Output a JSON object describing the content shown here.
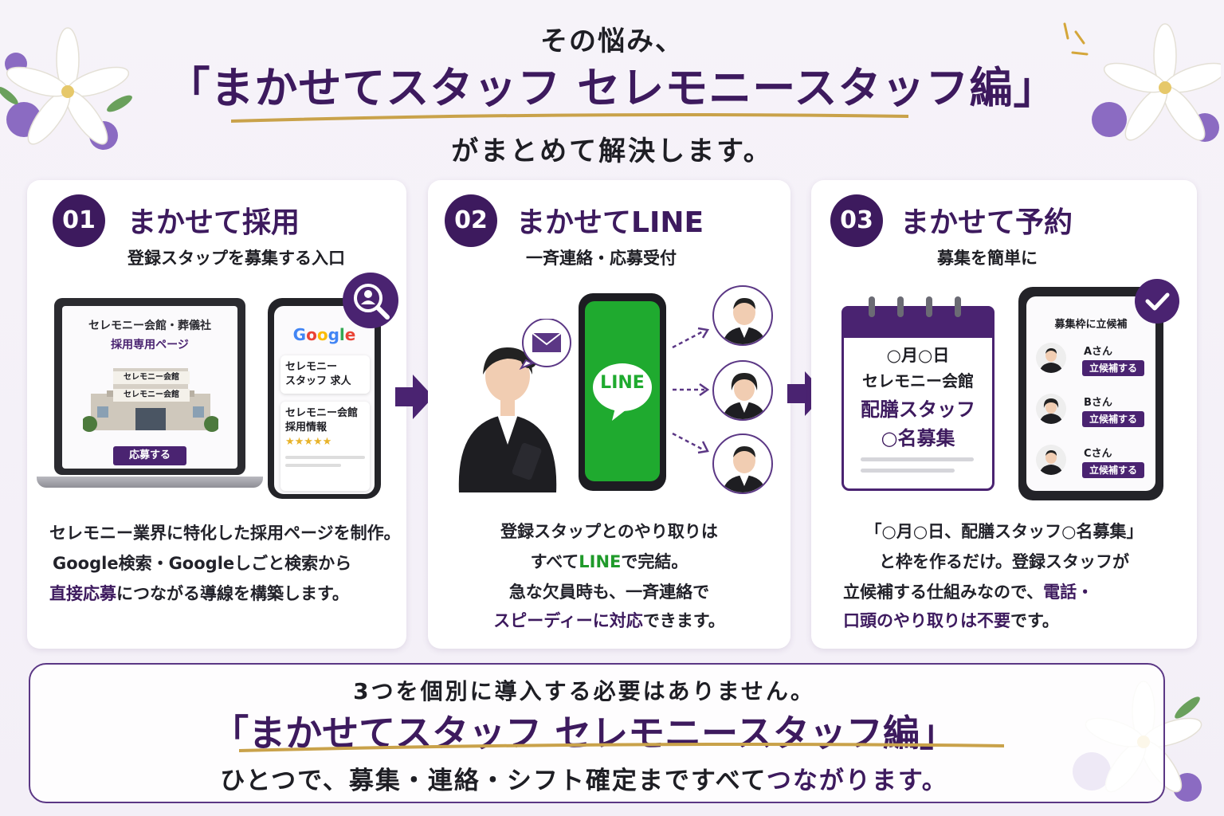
{
  "header": {
    "intro": "その悩み、",
    "title": "「まかせてスタッフ セレモニースタッフ編」",
    "outro": "がまとめて解決します。"
  },
  "cards": [
    {
      "number": "01",
      "title": "まかせて採用",
      "subtitle": "登録スタップを募集する入口",
      "laptop": {
        "heading_line1": "セレモニー会館・葬儀社",
        "heading_line2": "採用専用ページ",
        "sign1": "セレモニー会館",
        "sign2": "セレモニー会館",
        "button": "応募する"
      },
      "phone": {
        "logo": "Google",
        "result1_line1": "セレモニー",
        "result1_line2": "スタッフ 求人",
        "result2_line1": "セレモニー会館",
        "result2_line2": "採用情報",
        "stars": "★★★★★"
      },
      "desc": {
        "line1": "セレモニー業界に特化した採用ページを制作。",
        "line2": "Google検索・Googleしごと検索から",
        "line3_hl": "直接応募",
        "line3_rest": "につながる導線を構築します。"
      }
    },
    {
      "number": "02",
      "title": "まかせてLINE",
      "subtitle": "一斉連絡・応募受付",
      "line_logo": "LINE",
      "desc": {
        "line1": "登録スタップとのやり取りは",
        "line2_pre": "すべて",
        "line2_hl": "LINE",
        "line2_post": "で完結。",
        "line3": "急な欠員時も、一斉連絡で",
        "line4_hl": "スピーディーに対応",
        "line4_rest": "できます。"
      }
    },
    {
      "number": "03",
      "title": "まかせて予約",
      "subtitle": "募集を簡単に",
      "calendar": {
        "line1": "○月○日",
        "line2": "セレモニー会館",
        "line3": "配膳スタッフ",
        "line4": "○名募集"
      },
      "phone": {
        "heading": "募集枠に立候補",
        "candidates": [
          {
            "name": "Aさん",
            "button": "立候補する"
          },
          {
            "name": "Bさん",
            "button": "立候補する"
          },
          {
            "name": "Cさん",
            "button": "立候補する"
          }
        ]
      },
      "desc": {
        "line1": "「○月○日、配膳スタッフ○名募集」",
        "line2": "と枠を作るだけ。登録スタッフが",
        "line3_pre": "立候補する仕組みなので、",
        "line3_hl": "電話・",
        "line4_hl": "口頭のやり取りは不要",
        "line4_rest": "です。"
      }
    }
  ],
  "bottom": {
    "line1": "3つを個別に導入する必要はありません。",
    "title": "「まかせてスタッフ セレモニースタッフ編」",
    "line3_pre": "ひとつで、募集・連絡・シフト確定まですべて",
    "line3_hl": "つながります。"
  },
  "colors": {
    "primary": "#3d1a5e",
    "accent_gold": "#c9a24a",
    "line_green": "#1faa2f"
  },
  "icons": [
    "search-person-icon",
    "mail-icon",
    "check-icon",
    "arrow-right-icon",
    "lily-flower-icon"
  ]
}
